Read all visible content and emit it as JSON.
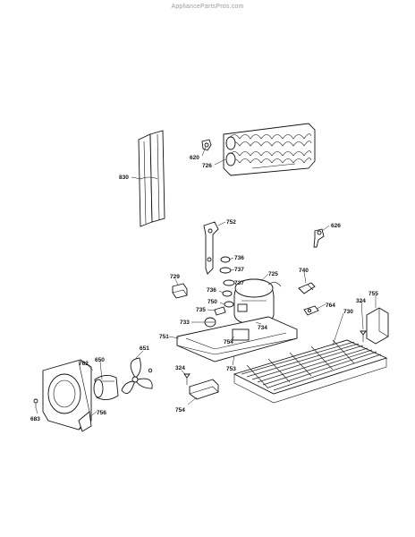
{
  "watermark": "AppliancePartsPros.com",
  "labels": {
    "p620": "620",
    "p726": "726",
    "p830": "830",
    "p752": "752",
    "p626": "626",
    "p736a": "736",
    "p737a": "737",
    "p725": "725",
    "p729": "729",
    "p737b": "737",
    "p740": "740",
    "p736b": "736",
    "p750": "750",
    "p764": "764",
    "p755": "755",
    "p324a": "324",
    "p735": "735",
    "p730": "730",
    "p733": "733",
    "p734": "734",
    "p751": "751",
    "p754a": "754",
    "p762": "762",
    "p650": "650",
    "p651": "651",
    "p753": "753",
    "p324b": "324",
    "p754b": "754",
    "p756": "756",
    "p683": "683"
  }
}
